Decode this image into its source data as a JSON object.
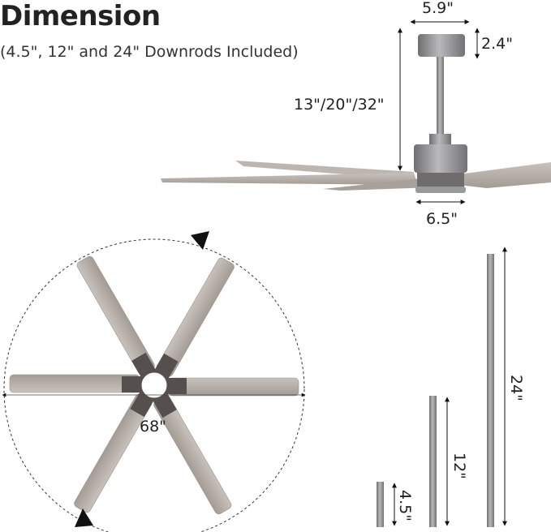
{
  "header": {
    "title": "Dimension",
    "subtitle": "(4.5\", 12\" and 24\" Downrods Included)"
  },
  "side_view": {
    "canopy_width": "5.9\"",
    "canopy_height": "2.4\"",
    "overall_height": "13\"/20\"/32\"",
    "motor_width": "6.5\""
  },
  "top_view": {
    "blade_span": "68\"",
    "blade_count": 6
  },
  "downrods": [
    {
      "length": "4.5\""
    },
    {
      "length": "12\""
    },
    {
      "length": "24\""
    }
  ],
  "colors": {
    "blade": "#b5ada6",
    "metal": "#8e8e90",
    "bracket": "#55504d",
    "text": "#222222"
  }
}
